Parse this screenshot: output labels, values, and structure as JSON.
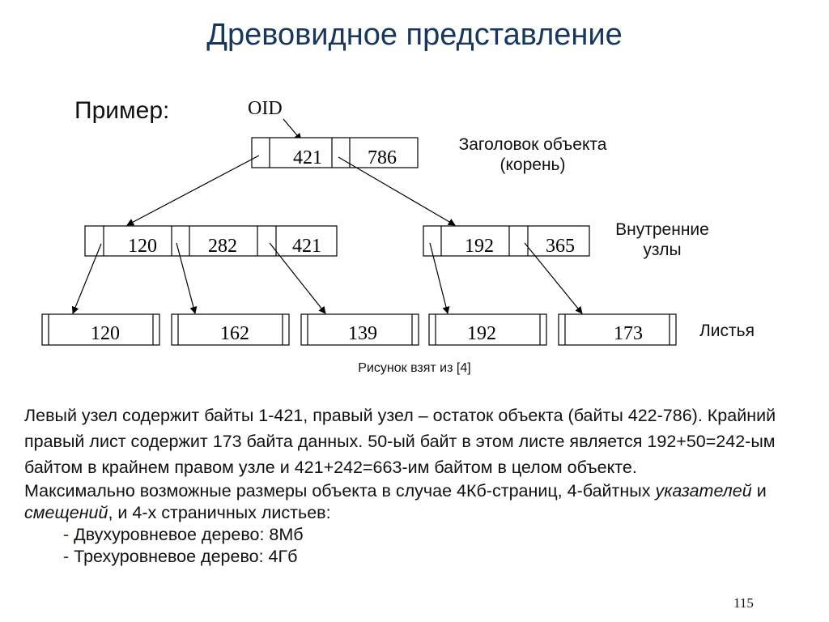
{
  "title": "Древовидное представление",
  "example_label": "Пример:",
  "oid_label": "OID",
  "root": {
    "values": [
      "421",
      "786"
    ]
  },
  "inner_left": {
    "values": [
      "120",
      "282",
      "421"
    ]
  },
  "inner_right": {
    "values": [
      "192",
      "365"
    ]
  },
  "leaves": [
    "120",
    "162",
    "139",
    "192",
    "173"
  ],
  "labels": {
    "root_line1": "Заголовок объекта",
    "root_line2": "(корень)",
    "inner_line1": "Внутренние",
    "inner_line2": "узлы",
    "leaves": "Листья"
  },
  "caption": "Рисунок взят из [4]",
  "paragraph1": "Левый узел содержит байты 1-421, правый узел – остаток объекта (байты 422-786). Крайний правый лист содержит 173 байта данных. 50-ый байт в этом листе является 192+50=242-ым байтом в крайнем правом узле и 421+242=663-им байтом в целом объекте.",
  "paragraph2": {
    "part1": "Максимально возможные размеры объекта в случае 4Кб-страниц, 4-байтных ",
    "em1": "указателей",
    "part2": " и ",
    "em2": "смещений",
    "part3": ", и 4-х страничных листьев:"
  },
  "bullets": [
    "Двухуровневое дерево: 8Мб",
    "Трехуровневое дерево: 4Гб"
  ],
  "bullet_marker": "-",
  "page_number": "115"
}
